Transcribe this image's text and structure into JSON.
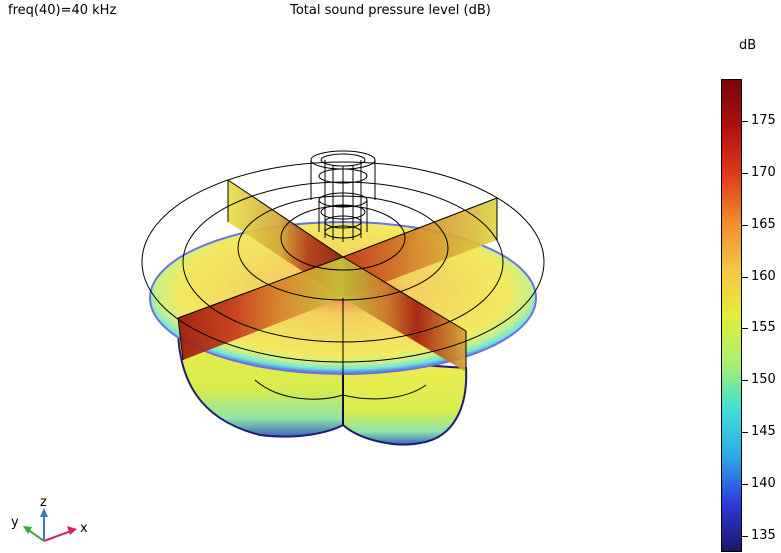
{
  "header": {
    "frequency_label": "freq(40)=40 kHz",
    "title": "Total sound pressure level (dB)"
  },
  "colorbar": {
    "unit": "dB",
    "ticks": [
      "175",
      "170",
      "165",
      "160",
      "155",
      "150",
      "145",
      "140",
      "135"
    ],
    "tick_values": [
      175,
      170,
      165,
      160,
      155,
      150,
      145,
      140,
      135
    ],
    "range": [
      133.5,
      179
    ],
    "colormap": [
      "#1c1769",
      "#2c3bd9",
      "#2ea8e8",
      "#3ee0d8",
      "#a9f06c",
      "#e4ec3b",
      "#f5c544",
      "#f08a2a",
      "#e03a1a",
      "#b01010",
      "#7a0606"
    ]
  },
  "axis_triad": {
    "x_label": "x",
    "y_label": "y",
    "z_label": "z",
    "x_color": "#d4245a",
    "y_color": "#3fa93f",
    "z_color": "#3a76c4"
  }
}
